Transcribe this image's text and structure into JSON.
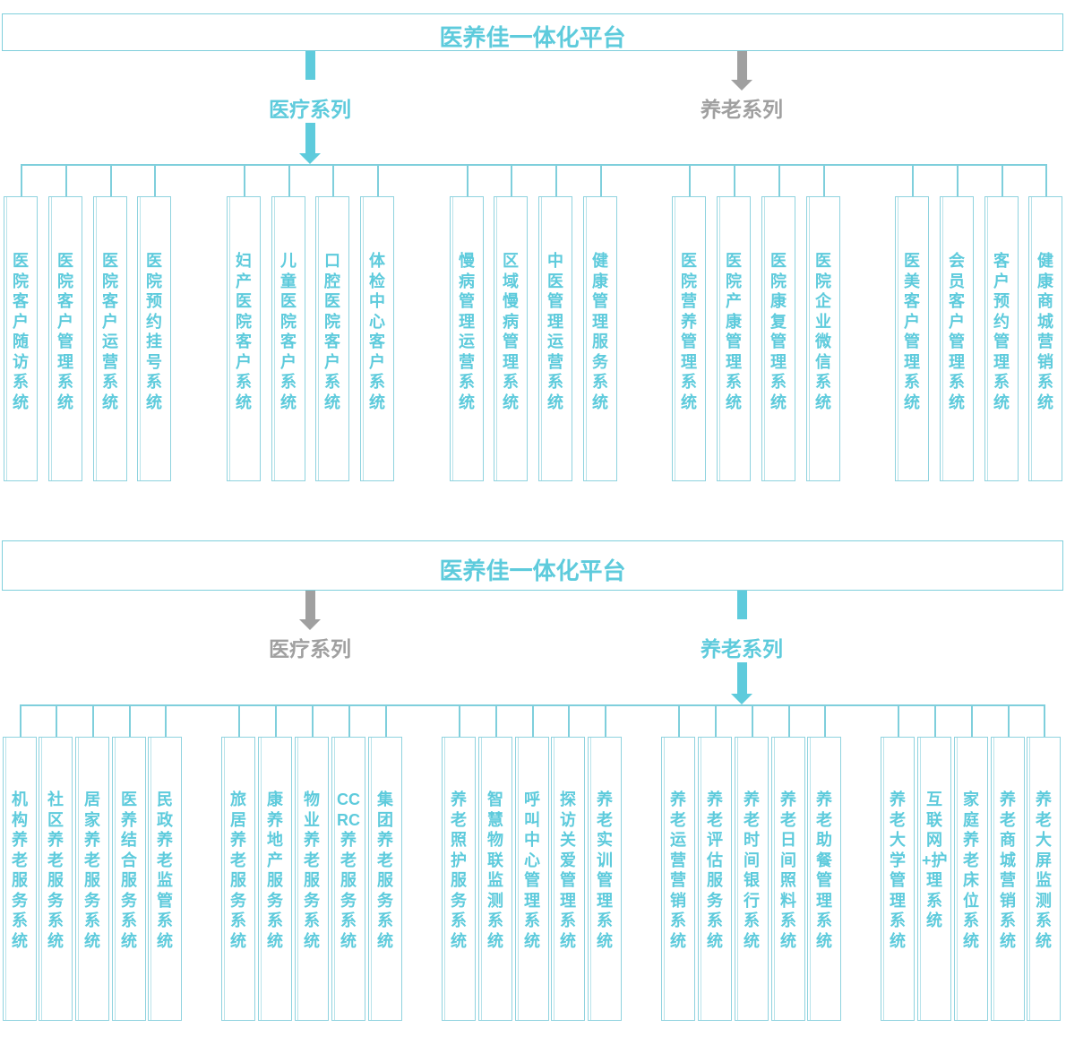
{
  "colors": {
    "active": "#5ecbdc",
    "inactive": "#a0a0a0",
    "line": "#7fcfdc"
  },
  "panels": [
    {
      "title": "医养佳一体化平台",
      "series": [
        {
          "label": "医疗系列",
          "active": true
        },
        {
          "label": "养老系列",
          "active": false
        }
      ],
      "groups": [
        [
          "医院客户随访系统",
          "医院客户管理系统",
          "医院客户运营系统",
          "医院预约挂号系统"
        ],
        [
          "妇产医院客户系统",
          "儿童医院客户系统",
          "口腔医院客户系统",
          "体检中心客户系统"
        ],
        [
          "慢病管理运营系统",
          "区域慢病管理系统",
          "中医管理运营系统",
          "健康管理服务系统"
        ],
        [
          "医院营养管理系统",
          "医院产康管理系统",
          "医院康复管理系统",
          "医院企业微信系统"
        ],
        [
          "医美客户管理系统",
          "会员客户管理系统",
          "客户预约管理系统",
          "健康商城营销系统"
        ]
      ]
    },
    {
      "title": "医养佳一体化平台",
      "series": [
        {
          "label": "医疗系列",
          "active": false
        },
        {
          "label": "养老系列",
          "active": true
        }
      ],
      "groups": [
        [
          "机构养老服务系统",
          "社区养老服务系统",
          "居家养老服务系统",
          "医养结合服务系统",
          "民政养老监管系统"
        ],
        [
          "旅居养老服务系统",
          "康养地产服务系统",
          "物业养老服务系统",
          "CCRC养老服务系统",
          "集团养老服务系统"
        ],
        [
          "养老照护服务系统",
          "智慧物联监测系统",
          "呼叫中心管理系统",
          "探访关爱管理系统",
          "养老实训管理系统"
        ],
        [
          "养老运营营销系统",
          "养老评估服务系统",
          "养老时间银行系统",
          "养老日间照料系统",
          "养老助餐管理系统"
        ],
        [
          "养老大学管理系统",
          "互联网+护理系统",
          "家庭养老床位系统",
          "养老商城营销系统",
          "养老大屏监测系统"
        ]
      ]
    }
  ]
}
